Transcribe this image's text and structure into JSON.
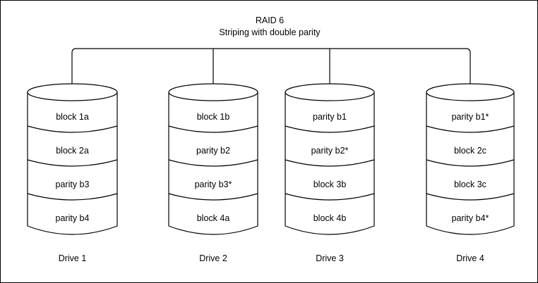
{
  "title": {
    "line1": "RAID 6",
    "line2": "Striping with double parity"
  },
  "colors": {
    "stroke": "#000000",
    "fill": "#ffffff",
    "border": "#000000"
  },
  "drives": [
    {
      "label": "Drive 1",
      "cells": [
        "block 1a",
        "block 2a",
        "parity b3",
        "parity b4"
      ]
    },
    {
      "label": "Drive 2",
      "cells": [
        "block 1b",
        "parity b2",
        "parity b3*",
        "block 4a"
      ]
    },
    {
      "label": "Drive 3",
      "cells": [
        "parity b1",
        "parity b2*",
        "block 3b",
        "block 4b"
      ]
    },
    {
      "label": "Drive 4",
      "cells": [
        "parity b1*",
        "block 2c",
        "block 3c",
        "parity b4*"
      ]
    }
  ]
}
